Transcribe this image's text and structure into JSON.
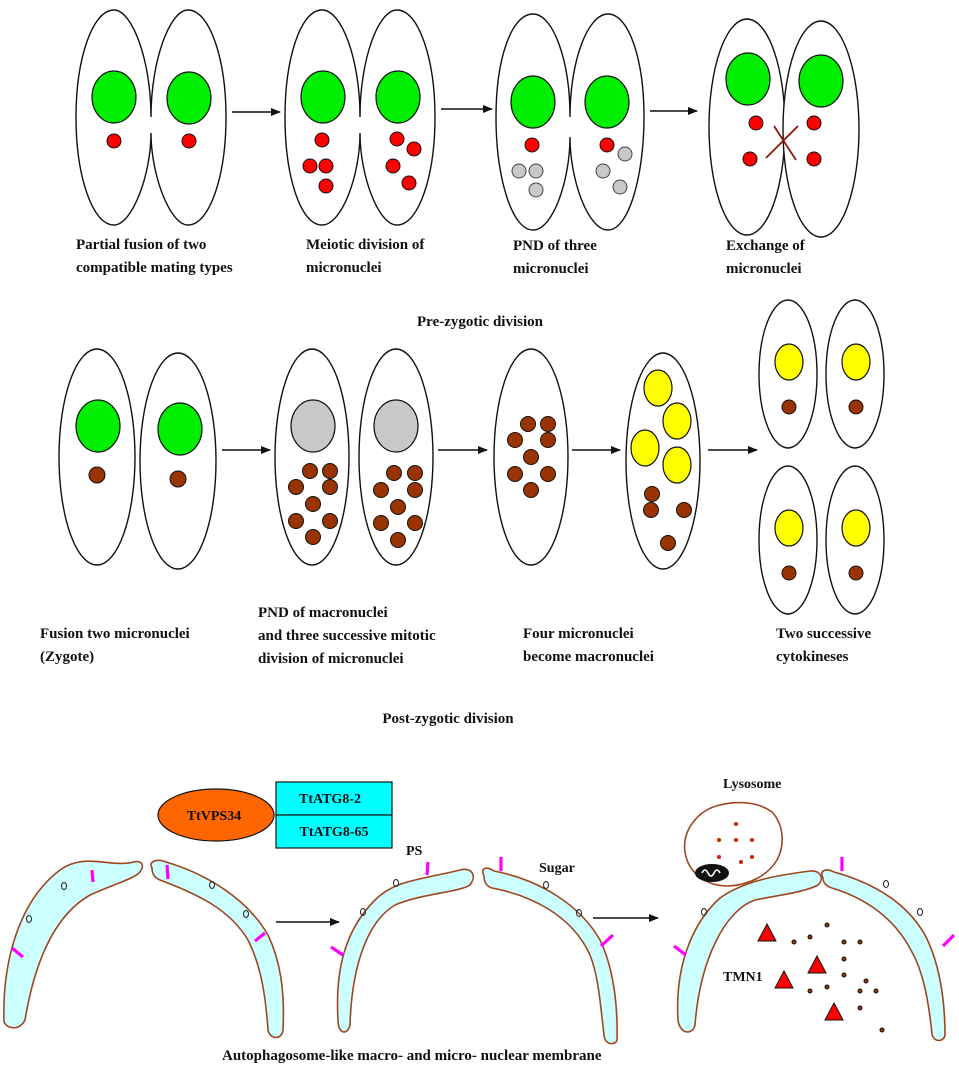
{
  "colors": {
    "macronucleus_active": "#00ee00",
    "macronucleus_degraded": "#c8c8c8",
    "macronucleus_new": "#ffff00",
    "micronucleus": "#ff0000",
    "micronucleus_degraded": "#c8c8c8",
    "micronucleus_zygotic": "#993300",
    "membrane_fill": "#ccffff",
    "membrane_outline": "#a0461e",
    "ps_marker": "#ff00ff",
    "vps34": "#ff6600",
    "atg8": "#00ffff",
    "tmn1": "#ff0000"
  },
  "pre_zygotic": {
    "title": "Pre-zygotic division",
    "stages": [
      {
        "caption": [
          "Partial fusion of two",
          "compatible mating types"
        ]
      },
      {
        "caption": [
          "Meiotic division of",
          "micronuclei"
        ]
      },
      {
        "caption": [
          "PND of three",
          "micronuclei"
        ]
      },
      {
        "caption": [
          "Exchange of",
          "micronuclei"
        ]
      }
    ]
  },
  "post_zygotic": {
    "title": "Post-zygotic division",
    "stages": [
      {
        "caption": [
          "Fusion two micronuclei",
          "(Zygote)"
        ]
      },
      {
        "caption": [
          "PND of macronuclei",
          "and three successive mitotic",
          "division of micronuclei"
        ]
      },
      {
        "caption": [
          "Four micronuclei",
          "become macronuclei"
        ]
      },
      {
        "caption": [
          "Two successive",
          "cytokineses"
        ]
      }
    ]
  },
  "autophagy": {
    "title": "Autophagosome-like macro- and micro- nuclear membrane",
    "vps34_label": "TtVPS34",
    "atg8_labels": [
      "TtATG8-2",
      "TtATG8-65"
    ],
    "ps_label": "PS",
    "sugar_label": "Sugar",
    "lysosome_label": "Lysosome",
    "tmn1_label": "TMN1"
  }
}
